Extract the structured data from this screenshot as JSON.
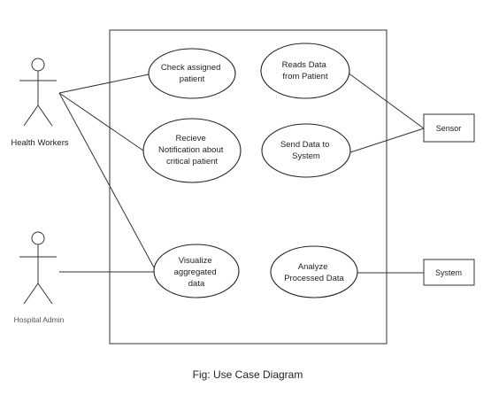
{
  "actors": {
    "health_workers": "Health Workers",
    "hospital_admin": "Hospital Admin"
  },
  "systems": {
    "sensor": "Sensor",
    "system": "System"
  },
  "use_cases": {
    "check_assigned": [
      "Check assigned",
      "patient"
    ],
    "receive_notification": [
      "Recieve",
      "Notification about",
      "critical patient"
    ],
    "visualize": [
      "Visualize",
      "aggregated",
      "data"
    ],
    "reads_data": [
      "Reads Data",
      "from Patient"
    ],
    "send_data": [
      "Send Data to",
      "System"
    ],
    "analyze": [
      "Analyze",
      "Processed Data"
    ]
  },
  "caption": "Fig: Use Case Diagram"
}
